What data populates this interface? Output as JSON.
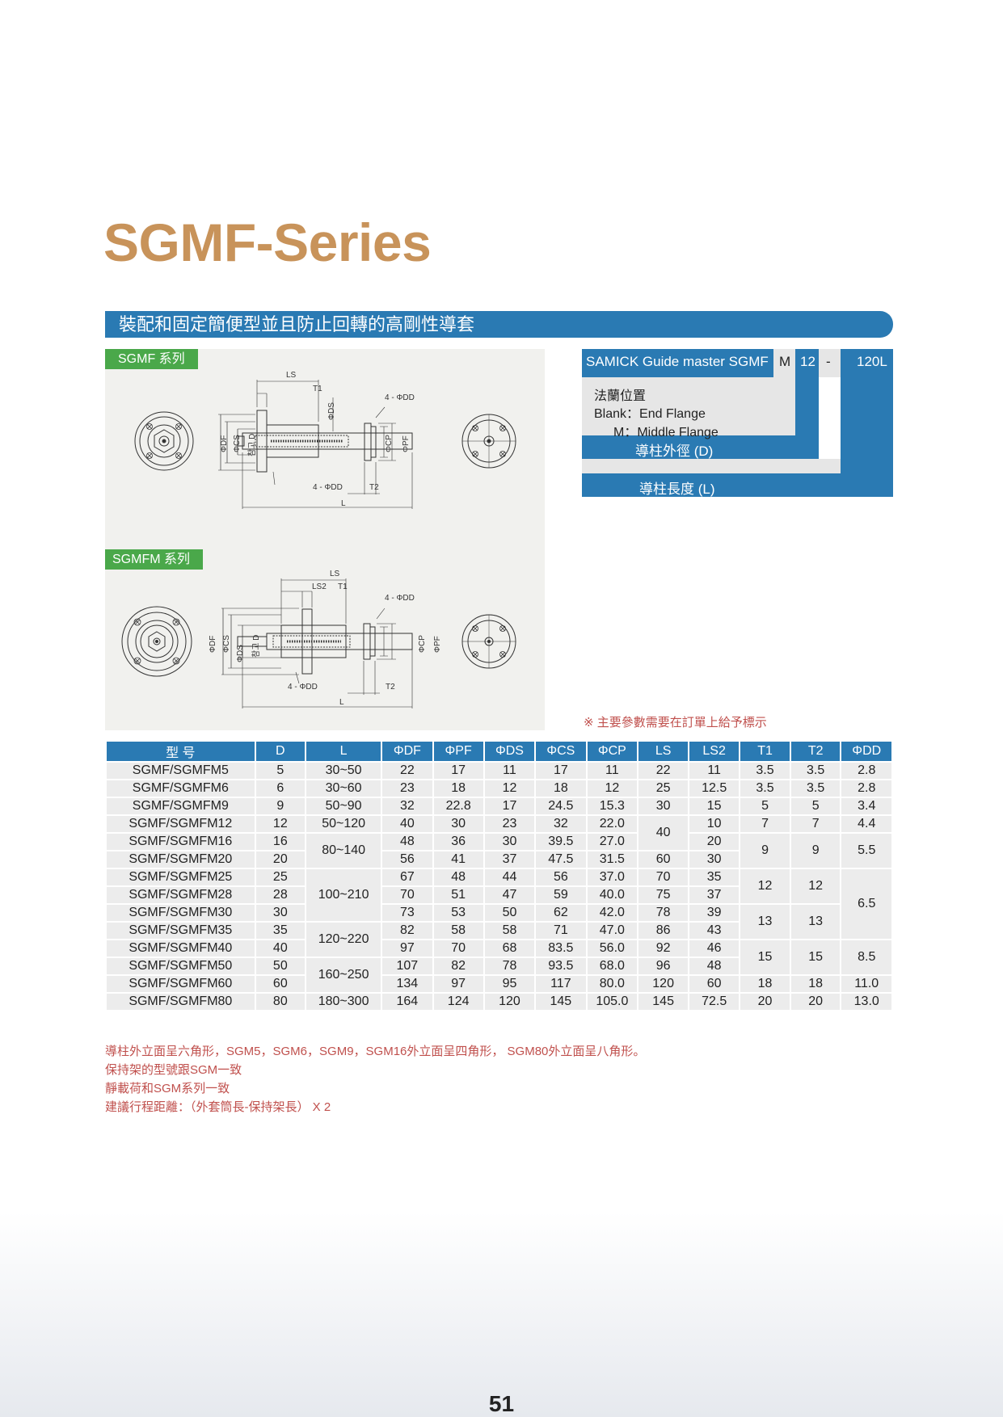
{
  "title": "SGMF-Series",
  "banner": "裝配和固定簡便型並且防止回轉的高剛性導套",
  "drawing": {
    "tag_sgmf": "SGMF  系列",
    "tag_sgmfm": "SGMFM  系列",
    "labels": {
      "LS": "LS",
      "T1": "T1",
      "T2": "T2",
      "L": "L",
      "LS2": "LS2",
      "DS": "ΦDS",
      "DF": "ΦDF",
      "CS": "ΦCS",
      "D": "참고 D",
      "CP": "ΦCP",
      "PF": "ΦPF",
      "DD": "4 - ΦDD"
    }
  },
  "order_code": {
    "product": "SAMICK Guide master SGMF",
    "m": "M",
    "size": "12",
    "dash": "-",
    "length": "120L",
    "flange_title": "法蘭位置",
    "flange_blank": "Blank：End Flange",
    "flange_m": "M：Middle Flange",
    "diameter_label": "導柱外徑 (D)",
    "length_label": "導柱長度 (L)"
  },
  "order_note": "※ 主要參數需要在訂單上給予標示",
  "table": {
    "headers": [
      "型 号",
      "D",
      "L",
      "ΦDF",
      "ΦPF",
      "ΦDS",
      "ΦCS",
      "ΦCP",
      "LS",
      "LS2",
      "T1",
      "T2",
      "ΦDD"
    ],
    "rows": [
      [
        "SGMF/SGMFM5",
        "5",
        "30~50",
        "22",
        "17",
        "11",
        "17",
        "11",
        "22",
        "11",
        "3.5",
        "3.5",
        "2.8"
      ],
      [
        "SGMF/SGMFM6",
        "6",
        "30~60",
        "23",
        "18",
        "12",
        "18",
        "12",
        "25",
        "12.5",
        "3.5",
        "3.5",
        "2.8"
      ],
      [
        "SGMF/SGMFM9",
        "9",
        "50~90",
        "32",
        "22.8",
        "17",
        "24.5",
        "15.3",
        "30",
        "15",
        "5",
        "5",
        "3.4"
      ],
      [
        "SGMF/SGMFM12",
        "12",
        "50~120",
        "40",
        "30",
        "23",
        "32",
        "22.0",
        "40",
        "10",
        "7",
        "7",
        "4.4"
      ],
      [
        "SGMF/SGMFM16",
        "16",
        "80~140",
        "48",
        "36",
        "30",
        "39.5",
        "27.0",
        "",
        "20",
        "9",
        "9",
        "5.5"
      ],
      [
        "SGMF/SGMFM20",
        "20",
        "",
        "56",
        "41",
        "37",
        "47.5",
        "31.5",
        "60",
        "30",
        "",
        "",
        ""
      ],
      [
        "SGMF/SGMFM25",
        "25",
        "100~210",
        "67",
        "48",
        "44",
        "56",
        "37.0",
        "70",
        "35",
        "12",
        "12",
        "6.5"
      ],
      [
        "SGMF/SGMFM28",
        "28",
        "",
        "70",
        "51",
        "47",
        "59",
        "40.0",
        "75",
        "37",
        "",
        "",
        ""
      ],
      [
        "SGMF/SGMFM30",
        "30",
        "",
        "73",
        "53",
        "50",
        "62",
        "42.0",
        "78",
        "39",
        "13",
        "13",
        ""
      ],
      [
        "SGMF/SGMFM35",
        "35",
        "120~220",
        "82",
        "58",
        "58",
        "71",
        "47.0",
        "86",
        "43",
        "",
        "",
        ""
      ],
      [
        "SGMF/SGMFM40",
        "40",
        "",
        "97",
        "70",
        "68",
        "83.5",
        "56.0",
        "92",
        "46",
        "15",
        "15",
        "8.5"
      ],
      [
        "SGMF/SGMFM50",
        "50",
        "160~250",
        "107",
        "82",
        "78",
        "93.5",
        "68.0",
        "96",
        "48",
        "",
        "",
        ""
      ],
      [
        "SGMF/SGMFM60",
        "60",
        "",
        "134",
        "97",
        "95",
        "117",
        "80.0",
        "120",
        "60",
        "18",
        "18",
        "11.0"
      ],
      [
        "SGMF/SGMFM80",
        "80",
        "180~300",
        "164",
        "124",
        "120",
        "145",
        "105.0",
        "145",
        "72.5",
        "20",
        "20",
        "13.0"
      ]
    ]
  },
  "footnotes": [
    "導柱外立面呈六角形，SGM5，SGM6，SGM9，SGM16外立面呈四角形， SGM80外立面呈八角形。",
    "保持架的型號跟SGM一致",
    "靜載荷和SGM系列一致",
    "建議行程距離：（外套筒長-保持架長） X 2"
  ],
  "page_number": "51"
}
